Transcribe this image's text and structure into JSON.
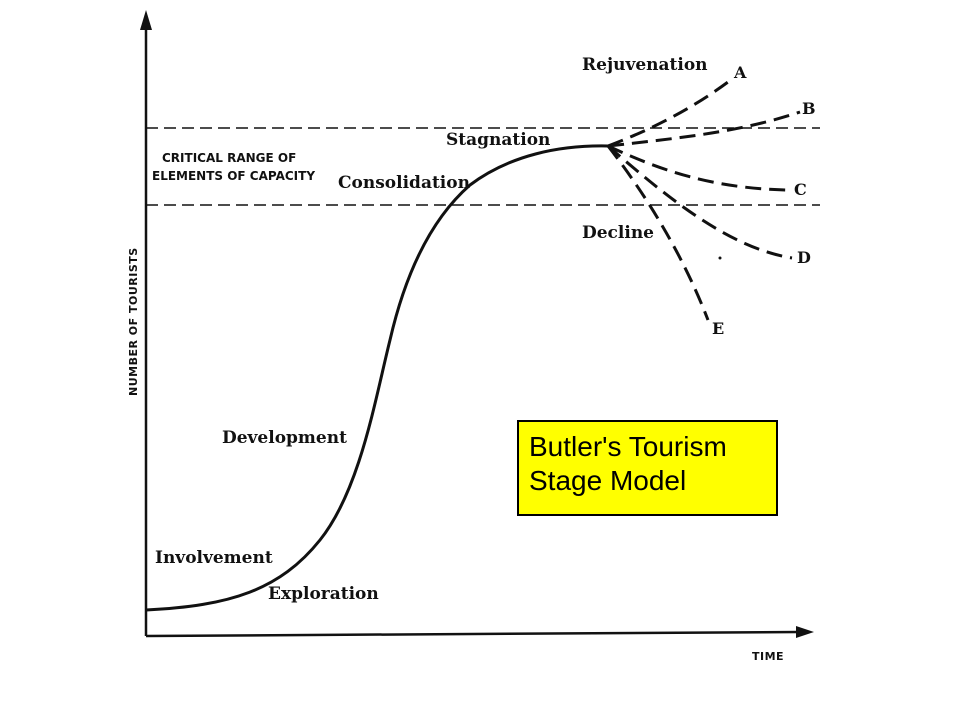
{
  "diagram": {
    "critical_range": [
      "CRITICAL RANGE OF",
      "ELEMENTS OF CAPACITY"
    ],
    "y_axis_label": "NUMBER OF TOURISTS",
    "x_axis_label": "TIME",
    "stages": {
      "exploration": "Exploration",
      "involvement": "Involvement",
      "development": "Development",
      "consolidation": "Consolidation",
      "stagnation": "Stagnation",
      "rejuvenation": "Rejuvenation",
      "decline": "Decline"
    },
    "branches": [
      "A",
      "B",
      "C",
      "D",
      "E"
    ]
  },
  "title_box": {
    "line1": "Butler's Tourism",
    "line2": "Stage Model",
    "background": "#ffff00"
  }
}
